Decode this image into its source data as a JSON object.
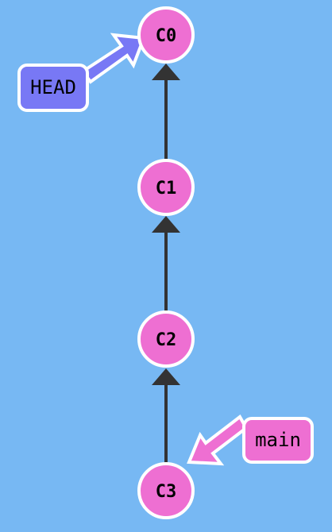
{
  "colors": {
    "background": "#77b8f3",
    "commit_fill": "#ee6fd2",
    "commit_stroke": "#ffffff",
    "edge": "#333333",
    "head_fill": "#7878f5",
    "branch_fill": "#ee6fd2",
    "ref_stroke": "#ffffff",
    "text": "#000000"
  },
  "commits": [
    {
      "id": "C0",
      "label": "C0"
    },
    {
      "id": "C1",
      "label": "C1"
    },
    {
      "id": "C2",
      "label": "C2"
    },
    {
      "id": "C3",
      "label": "C3"
    }
  ],
  "edges": [
    {
      "from": "C1",
      "to": "C0"
    },
    {
      "from": "C2",
      "to": "C1"
    },
    {
      "from": "C3",
      "to": "C2"
    }
  ],
  "refs": [
    {
      "id": "head",
      "label": "HEAD",
      "points_to": "C0",
      "kind": "head"
    },
    {
      "id": "main",
      "label": "main",
      "points_to": "C3",
      "kind": "branch"
    }
  ]
}
